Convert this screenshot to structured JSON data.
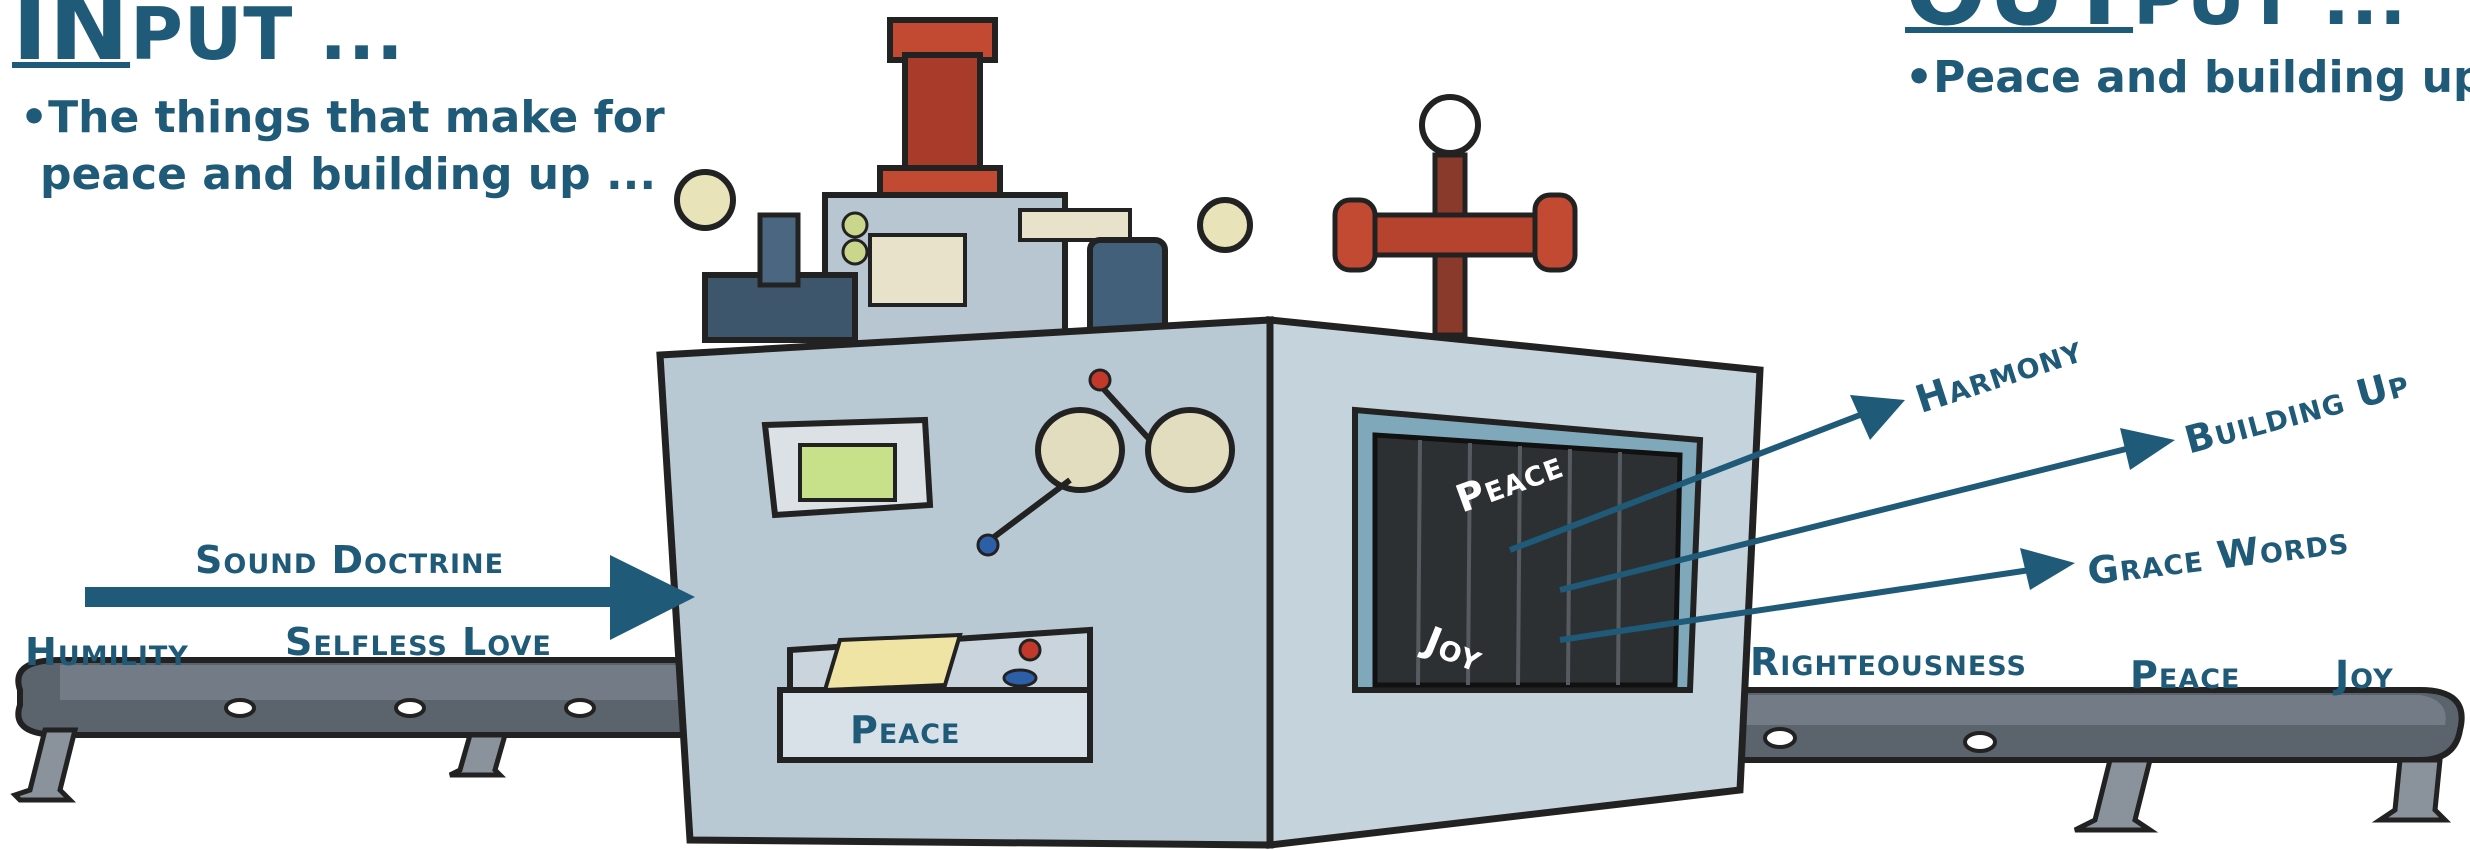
{
  "input_section": {
    "heading_big": "IN",
    "heading_rest": "PUT ...",
    "bullet_line1": "•The things that make for",
    "bullet_line2": "peace and building up ..."
  },
  "output_section": {
    "heading_big": "OUT",
    "heading_rest": "PUT ...",
    "bullet": "•Peace and building up ..."
  },
  "input_labels": {
    "sound_doctrine": "Sound Doctrine",
    "humility": "Humility",
    "selfless_love": "Selfless Love"
  },
  "machine_labels": {
    "panel": "Peace",
    "inside_peace": "Peace",
    "inside_joy": "Joy"
  },
  "output_labels": {
    "harmony": "Harmony",
    "building_up": "Building Up",
    "grace_words": "Grace Words",
    "righteousness": "Righteousness",
    "peace": "Peace",
    "joy": "Joy"
  },
  "colors": {
    "text_blue": "#1f5a78",
    "machine_body": "#c9d6df",
    "machine_dark": "#4a5d6b",
    "belt": "#4d5560",
    "pipe_red": "#b5432e"
  }
}
